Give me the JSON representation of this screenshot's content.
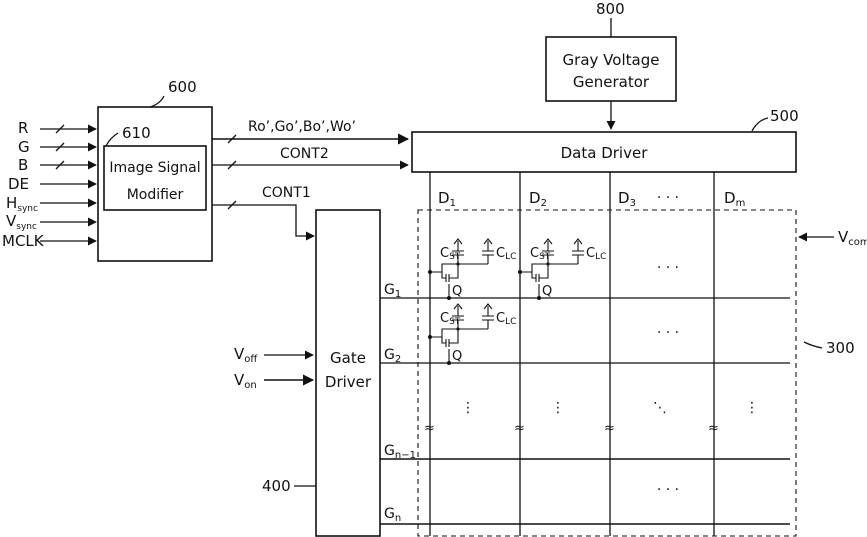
{
  "controller": {
    "ref": "600",
    "inner_ref": "610",
    "inner_label_line1": "Image Signal",
    "inner_label_line2": "Modifier"
  },
  "inputs": [
    "R",
    "G",
    "B",
    "DE",
    "Hsync",
    "Vsync",
    "MCLK"
  ],
  "gray_voltage": {
    "ref": "800",
    "line1": "Gray Voltage",
    "line2": "Generator"
  },
  "data_driver": {
    "ref": "500",
    "label": "Data Driver"
  },
  "gate_driver": {
    "ref": "400",
    "line1": "Gate",
    "line2": "Driver"
  },
  "panel": {
    "ref": "300",
    "vcom": "Vcom"
  },
  "signals": {
    "rgbw": "Ro’,Go’,Bo’,Wo’",
    "cont2": "CONT2",
    "cont1": "CONT1",
    "voff": "Voff",
    "von": "Von"
  },
  "data_lines": [
    "D1",
    "D2",
    "D3",
    "Dm"
  ],
  "gate_lines": [
    "G1",
    "G2",
    "Gn-1",
    "Gn"
  ],
  "pixel": {
    "cst": "CST",
    "clc": "CLC",
    "q": "Q"
  },
  "ellipsis": "· · ·"
}
